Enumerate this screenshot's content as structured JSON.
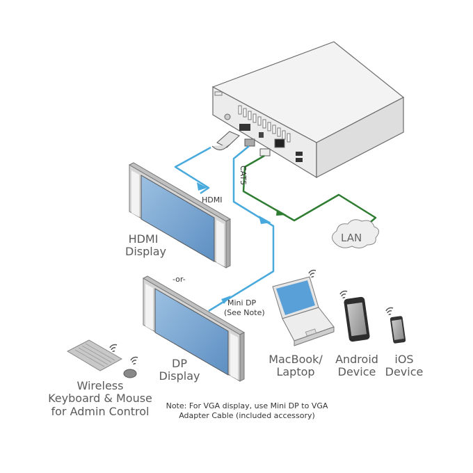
{
  "diagram": {
    "type": "connection-diagram",
    "colors": {
      "video_cable": "#47a9dc",
      "network_cable": "#2e7d32",
      "device_body": "#e8e8e8",
      "device_outline": "#666666",
      "screen": "#6d9ccc",
      "cloud": "#eeeeee"
    },
    "main_device": {
      "name": "main-unit",
      "icon": "media-box-icon"
    },
    "cables": [
      {
        "label": "HDMI",
        "type": "video",
        "from": "main-unit",
        "to": "hdmi-display"
      },
      {
        "label": "Mini DP\n(See Note)",
        "type": "video",
        "from": "main-unit",
        "to": "dp-display"
      },
      {
        "label": "CAT5",
        "type": "network",
        "from": "main-unit",
        "to": "lan"
      }
    ],
    "labels": {
      "hdmi_cable": "HDMI",
      "minidp_line1": "Mini DP",
      "minidp_line2": "(See Note)",
      "cat5": "CAT5",
      "lan": "LAN",
      "hdmi_display_line1": "HDMI",
      "hdmi_display_line2": "Display",
      "or": "-or-",
      "dp_display_line1": "DP",
      "dp_display_line2": "Display",
      "keyboard_line1": "Wireless",
      "keyboard_line2": "Keyboard & Mouse",
      "keyboard_line3": "for Admin Control",
      "macbook_line1": "MacBook/",
      "macbook_line2": "Laptop",
      "android_line1": "Android",
      "android_line2": "Device",
      "ios_line1": "iOS",
      "ios_line2": "Device",
      "note_line1": "Note: For VGA display, use Mini DP to VGA",
      "note_line2": "Adapter Cable (included accessory)"
    }
  }
}
